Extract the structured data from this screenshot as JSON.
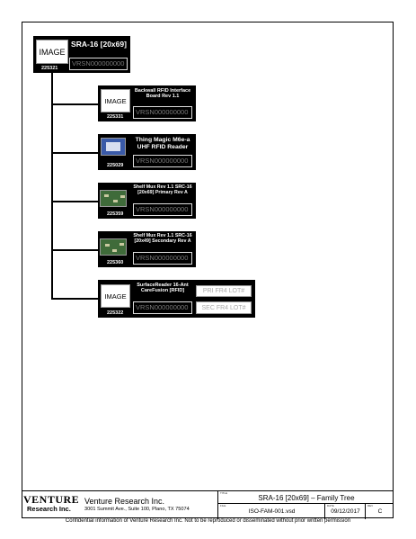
{
  "root": {
    "image": "IMAGE",
    "title": "SRA-16 [20x69]",
    "vrsn": "VRSN000000000",
    "number": "225321"
  },
  "children": [
    {
      "image": "IMAGE",
      "title": "Backwall RFID Interface Board Rev 1.1",
      "vrsn": "VRSN000000000",
      "number": "225331"
    },
    {
      "image_icon": "rfid-reader-photo",
      "title": "Thing Magic M6e-a UHF RFID Reader",
      "vrsn": "VRSN000000000",
      "number": "225029"
    },
    {
      "image_icon": "circuit-board-photo",
      "title": "Shelf Mux Rev 1.1 SRC-16 [20x69] Primary Rev A",
      "vrsn": "VRSN000000000",
      "number": "225359"
    },
    {
      "image_icon": "circuit-board-photo",
      "title": "Shelf Mux Rev 1.1 SRC-16 [20x49] Secondary Rev A",
      "vrsn": "VRSN000000000",
      "number": "225360"
    },
    {
      "image": "IMAGE",
      "title": "SurfaceReader 16-Ant CareFusion [RFID]",
      "vrsn": "VRSN000000000",
      "number": "225322",
      "lot1": "PRI FR4 LOT#",
      "lot2": "SEC FR4 LOT#"
    }
  ],
  "title_block": {
    "logo_line1": "VENTURE",
    "logo_line2": "Research Inc.",
    "company": "Venture Research Inc.",
    "address": "3001 Summit Ave., Suite 100, Plano, TX 75074",
    "title_label": "TITLE",
    "title": "SRA-16 [20x69] – Family Tree",
    "file_label": "FILE",
    "file": "ISO-FAM-001.vsd",
    "date_label": "DATE",
    "date": "09/12/2017",
    "rev_label": "REV",
    "rev": "C"
  },
  "confidential": "Confidential information of Venture Research Inc. Not to be reproduced or disseminated without prior written permission"
}
